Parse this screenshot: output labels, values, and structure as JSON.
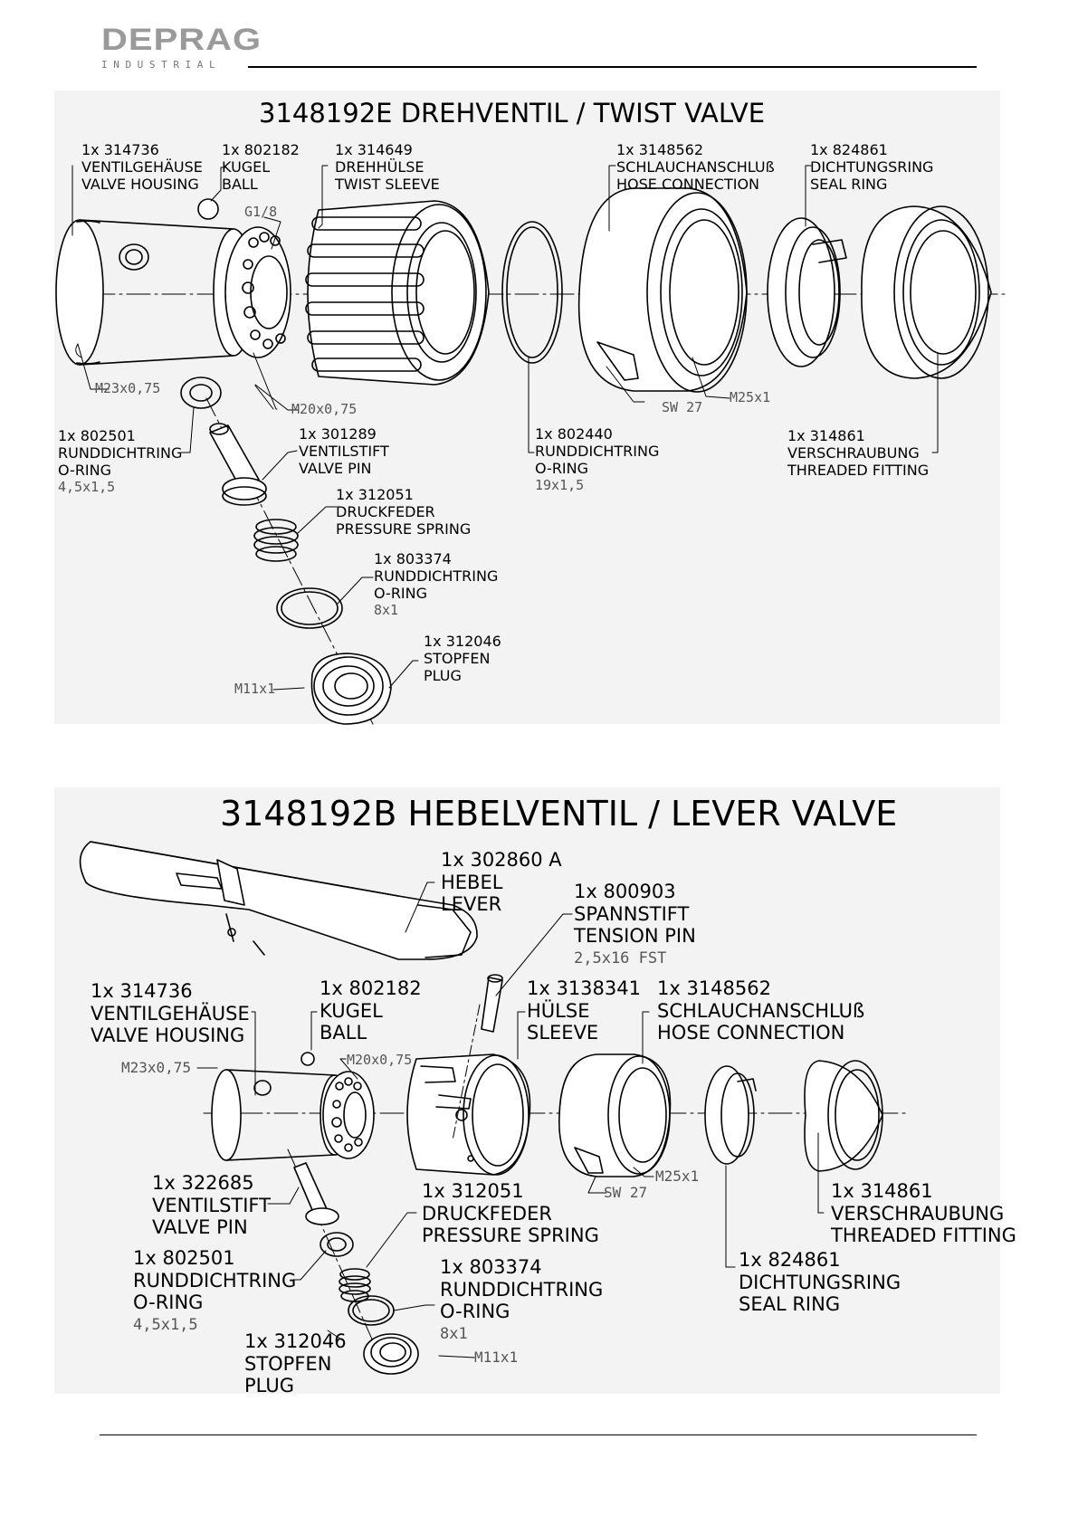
{
  "header": {
    "brand": "DEPRAG",
    "brand_sub": "INDUSTRIAL"
  },
  "twist_valve": {
    "title": "3148192E DREHVENTIL / TWIST VALVE",
    "parts": [
      {
        "qty_no": "1x 314736",
        "de": "VENTILGEHÄUSE",
        "en": "VALVE HOUSING"
      },
      {
        "qty_no": "1x 802182",
        "de": "KUGEL",
        "en": "BALL"
      },
      {
        "qty_no": "1x 314649",
        "de": "DREHHÜLSE",
        "en": "TWIST SLEEVE"
      },
      {
        "qty_no": "1x 3148562",
        "de": "SCHLAUCHANSCHLUß",
        "en": "HOSE CONNECTION"
      },
      {
        "qty_no": "1x 824861",
        "de": "DICHTUNGSRING",
        "en": "SEAL RING"
      },
      {
        "qty_no": "1x 802501",
        "de": "RUNDDICHTRING",
        "en": "O-RING",
        "size": "4,5x1,5"
      },
      {
        "qty_no": "1x 301289",
        "de": "VENTILSTIFT",
        "en": "VALVE PIN"
      },
      {
        "qty_no": "1x 802440",
        "de": "RUNDDICHTRING",
        "en": "O-RING",
        "size": "19x1,5"
      },
      {
        "qty_no": "1x 314861",
        "de": "VERSCHRAUBUNG",
        "en": "THREADED FITTING"
      },
      {
        "qty_no": "1x 312051",
        "de": "DRUCKFEDER",
        "en": "PRESSURE SPRING"
      },
      {
        "qty_no": "1x 803374",
        "de": "RUNDDICHTRING",
        "en": "O-RING",
        "size": "8x1"
      },
      {
        "qty_no": "1x 312046",
        "de": "STOPFEN",
        "en": "PLUG"
      }
    ],
    "dims": {
      "g18": "G1/8",
      "m23": "M23x0,75",
      "m20": "M20x0,75",
      "sw27": "SW 27",
      "m25": "M25x1",
      "m11": "M11x1"
    }
  },
  "lever_valve": {
    "title": "3148192B HEBELVENTIL / LEVER VALVE",
    "parts": [
      {
        "qty_no": "1x 302860 A",
        "de": "HEBEL",
        "en": "LEVER"
      },
      {
        "qty_no": "1x 800903",
        "de": "SPANNSTIFT",
        "en": "TENSION PIN",
        "size": "2,5x16  FST"
      },
      {
        "qty_no": "1x 314736",
        "de": "VENTILGEHÄUSE",
        "en": "VALVE HOUSING"
      },
      {
        "qty_no": "1x 802182",
        "de": "KUGEL",
        "en": "BALL"
      },
      {
        "qty_no": "1x 3138341",
        "de": "HÜLSE",
        "en": "SLEEVE"
      },
      {
        "qty_no": "1x 3148562",
        "de": "SCHLAUCHANSCHLUß",
        "en": "HOSE CONNECTION"
      },
      {
        "qty_no": "1x 322685",
        "de": "VENTILSTIFT",
        "en": "VALVE PIN"
      },
      {
        "qty_no": "1x 312051",
        "de": "DRUCKFEDER",
        "en": "PRESSURE SPRING"
      },
      {
        "qty_no": "1x 314861",
        "de": "VERSCHRAUBUNG",
        "en": "THREADED FITTING"
      },
      {
        "qty_no": "1x 802501",
        "de": "RUNDDICHTRING",
        "en": "O-RING",
        "size": "4,5x1,5"
      },
      {
        "qty_no": "1x 803374",
        "de": "RUNDDICHTRING",
        "en": "O-RING",
        "size": "8x1"
      },
      {
        "qty_no": "1x 824861",
        "de": "DICHTUNGSRING",
        "en": "SEAL RING"
      },
      {
        "qty_no": "1x 312046",
        "de": "STOPFEN",
        "en": "PLUG"
      }
    ],
    "dims": {
      "m23": "M23x0,75",
      "m20": "M20x0,75",
      "sw27": "SW 27",
      "m25": "M25x1",
      "m11": "M11x1"
    }
  }
}
